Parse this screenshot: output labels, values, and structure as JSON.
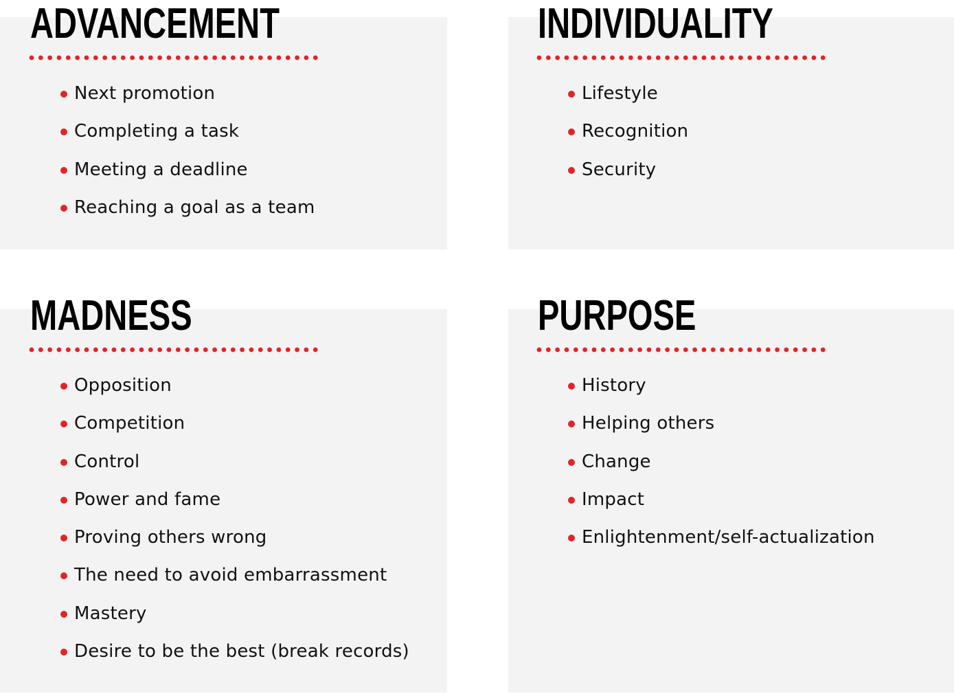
{
  "theme": {
    "accent": "#e32326",
    "card_bg": "#f3f3f3",
    "title_color": "#000000",
    "text_color": "#111111"
  },
  "sections": [
    {
      "title": "ADVANCEMENT",
      "items": [
        "Next promotion",
        "Completing a task",
        "Meeting a deadline",
        "Reaching a goal as a team"
      ]
    },
    {
      "title": "INDIVIDUALITY",
      "items": [
        "Lifestyle",
        "Recognition",
        "Security"
      ]
    },
    {
      "title": "MADNESS",
      "items": [
        "Opposition",
        "Competition",
        "Control",
        "Power and fame",
        "Proving others wrong",
        "The need to avoid embarrassment",
        "Mastery",
        "Desire to be the best (break records)"
      ]
    },
    {
      "title": "PURPOSE",
      "items": [
        "History",
        "Helping others",
        "Change",
        "Impact",
        "Enlightenment/self-actualization"
      ]
    }
  ]
}
